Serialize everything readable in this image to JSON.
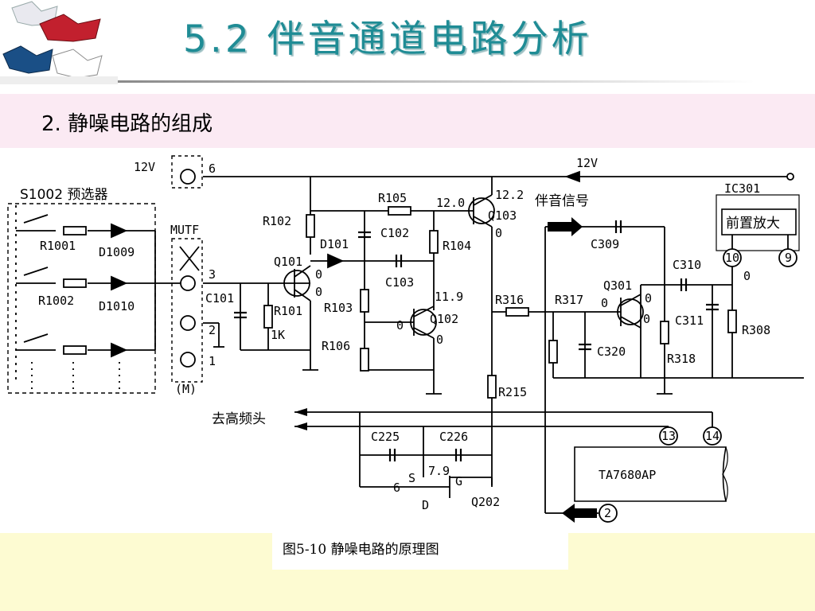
{
  "slide": {
    "title": "5.2   伴音通道电路分析",
    "subtitle": "2.  静噪电路的组成",
    "caption": "图5-10 静噪电路的原理图"
  },
  "diagram": {
    "labels": {
      "v12_left": "12V",
      "v12_right": "12V",
      "pin6": "6",
      "s1002": "S1002 预选器",
      "mutf": "MUTF",
      "pin3": "3",
      "pin2": "2",
      "pin1": "1",
      "m": "(M)",
      "r1001": "R1001",
      "r1002": "R1002",
      "d1009": "D1009",
      "d1010": "D1010",
      "c101": "C101",
      "r101": "R101",
      "r101_val": "1K",
      "r102": "R102",
      "q101": "Q101",
      "q101_o1": "0",
      "q101_o2": "0",
      "d101": "D101",
      "c102": "C102",
      "c103": "C103",
      "r105": "R105",
      "r104": "R104",
      "r103": "R103",
      "r106": "R106",
      "q102": "Q102",
      "q102_v": "11.9",
      "q102_b": "0",
      "q102_e": "0",
      "q103": "Q103",
      "q103_vb": "12.0",
      "q103_vc": "12.2",
      "q103_o": "0",
      "r316": "R316",
      "r215": "R215",
      "sound_signal": "伴音信号",
      "c309": "C309",
      "r317": "R317",
      "q301": "Q301",
      "q301_b": "0",
      "q301_c": "0",
      "q301_e": "0",
      "c320": "C320",
      "r318": "R318",
      "c310": "C310",
      "c311": "C311",
      "r308": "R308",
      "ic301": "IC301",
      "preamp": "前置放大",
      "pin10": "10",
      "pin9": "9",
      "ic_o": "0",
      "to_head": "去高频头",
      "c225": "C225",
      "c226": "C226",
      "q202_s_v": "7.9",
      "q202_s": "S",
      "q202_g": "G",
      "q202_d": "D",
      "q202_six": "6",
      "q202": "Q202",
      "ta7680": "TA7680AP",
      "pin13": "13",
      "pin14": "14",
      "pin2_ta": "2"
    }
  }
}
